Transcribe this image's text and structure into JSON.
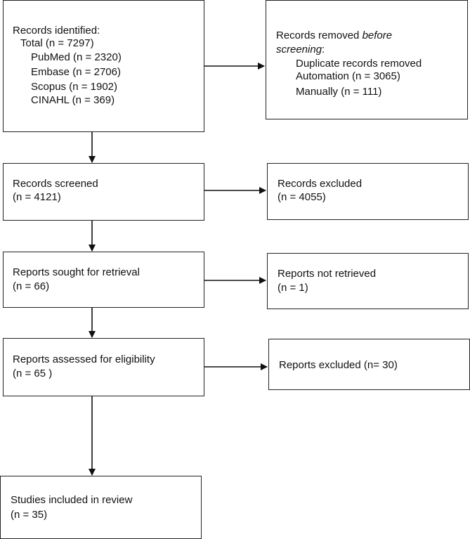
{
  "identified": {
    "heading": "Records identified:",
    "total": "Total (n = 7297)",
    "pubmed": "PubMed (n = 2320)",
    "embase": "Embase (n = 2706)",
    "scopus": "Scopus (n = 1902)",
    "cinahl": "CINAHL (n = 369)"
  },
  "removed": {
    "line1_prefix": "Records removed ",
    "line1_italic": "before",
    "line2_italic": "screening",
    "line2_suffix": ":",
    "duplicates": "Duplicate records removed",
    "automation": "Automation (n = 3065)",
    "manually": "Manually (n = 111)"
  },
  "screened": {
    "label": "Records screened",
    "count": "(n = 4121)"
  },
  "excluded": {
    "label": "Records excluded",
    "count": "(n = 4055)"
  },
  "sought": {
    "label": "Reports sought for retrieval",
    "count": "(n = 66)"
  },
  "not_retrieved": {
    "label": "Reports not retrieved",
    "count": "(n = 1)"
  },
  "assessed": {
    "label": "Reports assessed for eligibility",
    "count": "(n = 65 )"
  },
  "reports_excluded": {
    "label": "Reports excluded (n= 30)"
  },
  "included": {
    "label": "Studies included in review",
    "count": "(n = 35)"
  }
}
